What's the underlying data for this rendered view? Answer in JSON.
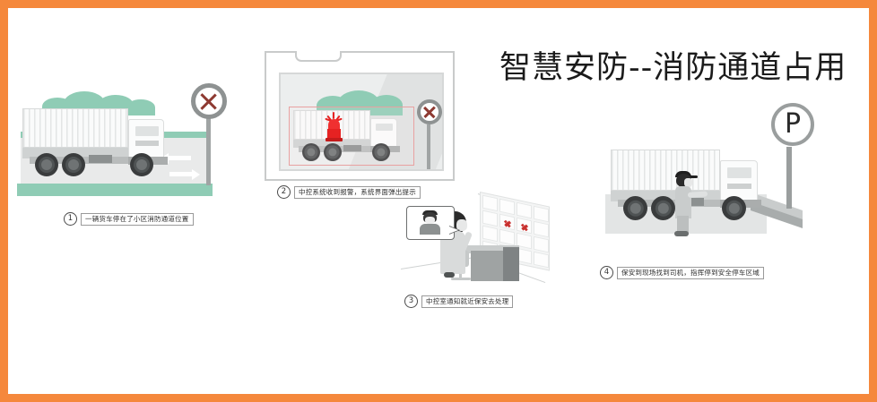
{
  "poster": {
    "title": "智慧安防--消防通道占用",
    "border_color": "#F5883C",
    "background_color": "#FFFFFF"
  },
  "palette": {
    "accent_orange": "#F5883C",
    "mint_green": "#8FCCB5",
    "road_gray": "#E9EAEA",
    "truck_body": "#F2F3F3",
    "truck_chassis": "#B9BCBC",
    "wheel_dark": "#3A3C3D",
    "alarm_red": "#E62222",
    "sign_red": "#8E3A32",
    "sign_gray": "#8E9292",
    "alert_marker_red": "#C8302E",
    "text_dark": "#1B1B1B"
  },
  "steps": [
    {
      "number": "1",
      "caption": "一辆货车停在了小区消防通道位置",
      "scene_name": "truck-blocking-fire-lane",
      "elements": [
        "truck",
        "no-stopping-sign",
        "road-arrows",
        "grass",
        "bushes"
      ]
    },
    {
      "number": "2",
      "caption": "中控系统收到报警，系统界面弹出提示",
      "scene_name": "monitor-alarm-popup",
      "elements": [
        "monitor",
        "detection-box",
        "alarm-beacon",
        "truck",
        "no-stopping-sign"
      ]
    },
    {
      "number": "3",
      "caption": "中控室通知就近保安去处理",
      "scene_name": "control-room-dispatch",
      "elements": [
        "operator",
        "desk",
        "chair",
        "video-wall",
        "alert-markers",
        "speech-bubble"
      ]
    },
    {
      "number": "4",
      "caption": "保安到现场找到司机，指挥停到安全停车区域",
      "scene_name": "guard-directs-to-parking",
      "elements": [
        "truck",
        "security-guard",
        "parking-sign"
      ]
    }
  ],
  "icons": {
    "no_stopping": "no-stopping-sign-icon",
    "parking": "parking-sign-icon",
    "alarm": "alarm-beacon-icon",
    "alert_marker": "alert-marker-icon"
  },
  "signs": {
    "parking_letter": "P"
  }
}
